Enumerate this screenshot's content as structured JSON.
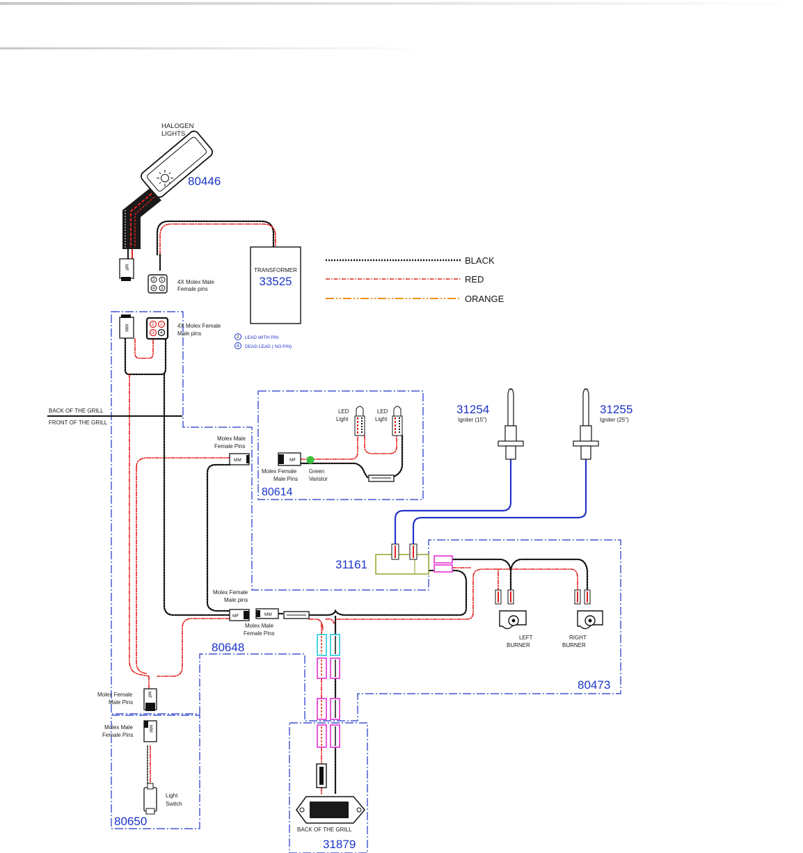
{
  "colors": {
    "black_wire": "#111111",
    "red_wire": "#e0201c",
    "orange_wire": "#f09010",
    "blue_wire": "#2432cc",
    "boundary": "#1a33c8",
    "pink_terminal": "#e030d0",
    "cyan_terminal": "#20c8d8",
    "green_varistor": "#3cc03c",
    "module_outline": "#8ca018"
  },
  "legend": {
    "black": "BLACK",
    "red": "RED",
    "orange": "ORANGE"
  },
  "halogen": {
    "title_line1": "HALOGEN",
    "title_line2": "LIGHTS",
    "part_number": "80446",
    "connector_mf": "MF",
    "molex_note_line1": "4X Molex Male",
    "molex_note_line2": "Female pins",
    "pins": [
      "2",
      "1",
      "4",
      "3"
    ]
  },
  "transformer": {
    "label": "TRANSFORMER",
    "part_number": "33525"
  },
  "pin_notes": {
    "n2_num": "2",
    "n2_text": "LEAD WITH PIN",
    "n4_num": "4",
    "n4_text": "DEAD LEAD  ( NO PIN)"
  },
  "top_harness": {
    "connector_mm": "MM",
    "molex_note_line1": "4X Molex Female",
    "molex_note_line2": "Male pins",
    "pins": [
      "1",
      "2",
      "3",
      "4"
    ]
  },
  "grill_sides": {
    "back": "BACK OF THE GRILL",
    "front": "FRONT OF THE GRILL"
  },
  "led_module": {
    "led1_line1": "LED",
    "led1_line2": "Light",
    "led2_line1": "LED",
    "led2_line2": "Light",
    "mf_label": "MF",
    "molex_line1": "Molex Female",
    "molex_line2": "Male Pins",
    "varistor_line1": "Green",
    "varistor_line2": "Varistor",
    "part_number": "80614"
  },
  "igniters": {
    "left_part": "31254",
    "left_label": "Igniter  (15\")",
    "right_part": "31255",
    "right_label": "Igniter  (25\")"
  },
  "module": {
    "part_number": "31161"
  },
  "connectors": {
    "mm_label": "MM",
    "mf_label": "MF",
    "molex_male_female_line1": "Molex Male",
    "molex_male_female_line2": "Female Pins",
    "molex_female_male_line1": "Molex Female",
    "molex_female_male_line2": "Male pins",
    "molex_male_female_b_line1": "Molex Male",
    "molex_male_female_b_line2": "Female Pins"
  },
  "burners": {
    "left_line1": "LEFT",
    "left_line2": "BURNER",
    "right_line1": "RIGHT",
    "right_line2": "BURNER"
  },
  "harness": {
    "main_part": "80648",
    "burner_part": "80473"
  },
  "light_switch": {
    "molex_fm_line1": "Molex Female",
    "molex_fm_line2": "Male Pins",
    "mf_label": "MF",
    "molex_mf_line1": "Molex Male",
    "molex_mf_line2": "Female Pins",
    "mm_label": "MM",
    "switch_line1": "Light",
    "switch_line2": "Switch",
    "part_number": "80650"
  },
  "back_module": {
    "label": "BACK OF THE GRILL",
    "part_number": "31879"
  }
}
